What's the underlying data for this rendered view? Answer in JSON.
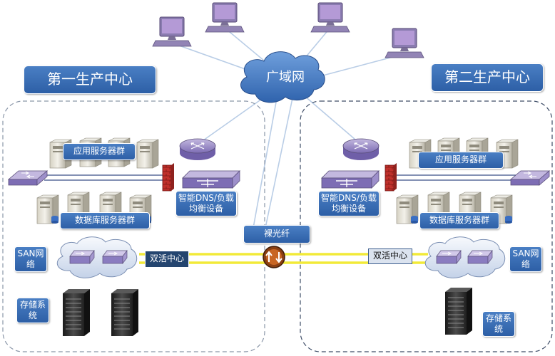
{
  "labels": {
    "dc1": "第一生产中心",
    "dc2": "第二生产中心",
    "wan": "广域网",
    "app_servers": "应用服务器群",
    "db_servers": "数据库服务器群",
    "dns_lb": "智能DNS/负载均衡设备",
    "fiber": "裸光纤",
    "san": "SAN网络",
    "active_active": "双活中心",
    "storage": "存储系统"
  },
  "colors": {
    "label_fill": "#3b6db5",
    "zone_border": "#8a96a8",
    "fiber_line": "#f2ea38",
    "wan_link": "#b9cde6",
    "pc_purple": "#b49ad6"
  }
}
